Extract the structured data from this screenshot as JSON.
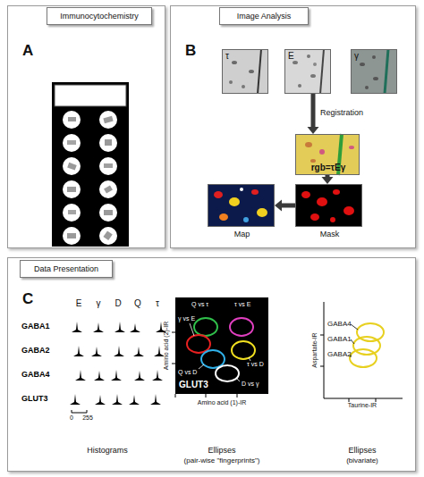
{
  "diagram": {
    "nodes": [
      {
        "text": [
          "A"
        ]
      },
      {
        "text": [
          "Immunocytochemistry"
        ],
        "in": 0
      },
      {
        "text": [
          "B"
        ]
      },
      {
        "text": [
          "Image Analysis"
        ],
        "in": 2
      },
      {
        "text": [
          "τ"
        ],
        "in": 2
      },
      {
        "text": [
          "E"
        ],
        "in": 2
      },
      {
        "text": [
          "γ"
        ],
        "in": 2
      },
      {
        "text": [
          "rgb=τEγ"
        ],
        "in": 2
      },
      {
        "text": [
          "Mask"
        ],
        "in": 2
      },
      {
        "text": [
          "Map"
        ],
        "in": 2
      },
      {
        "text": [
          "C"
        ]
      },
      {
        "text": [
          "Data Presentation"
        ],
        "in": 10
      }
    ],
    "edges": [
      {
        "from": 5,
        "to": 7,
        "arrow": "to",
        "label": "Registration"
      },
      {
        "from": 7,
        "to": 8,
        "arrow": "to"
      },
      {
        "from": 8,
        "to": 9,
        "arrow": "to"
      }
    ],
    "labels": [
      "E",
      "γ",
      "D",
      "Q",
      "τ",
      "GABA1",
      "GABA2",
      "GABA4",
      "GLUT3",
      "0",
      "255",
      "Histograms",
      "Amino acid (2)-IR",
      "Amino acid (1)-IR",
      "GLUT3",
      "Q vs τ",
      "τ vs E",
      "γ vs E",
      "Q vs D",
      "τ vs D",
      "D vs γ",
      "Ellipses",
      "(pair-wise \"fingerprints\")",
      "Aspartate-IR",
      "Taurine-IR",
      "GABA4",
      "GABA1",
      "GABA2",
      "Ellipses",
      "(bivariate)"
    ]
  }
}
